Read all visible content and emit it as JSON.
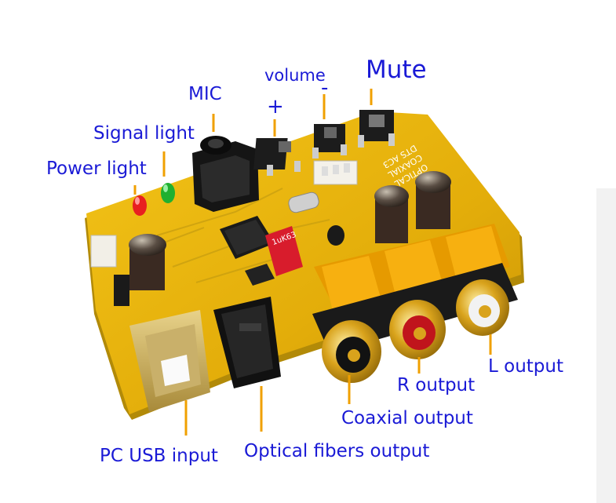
{
  "labels": {
    "mute": "Mute",
    "volume": "volume",
    "minus": "-",
    "plus": "+",
    "mic": "MIC",
    "signal_light": "Signal light",
    "power_light": "Power light",
    "l_output": "L output",
    "r_output": "R output",
    "coaxial_output": "Coaxial output",
    "optical_output": "Optical fibers output",
    "pc_usb_input": "PC USB input"
  },
  "board_silkscreen": {
    "text1": "OPTICAL",
    "text2": "COAXIAL",
    "text3": "DTS AC3",
    "chip_mark": "1uK63"
  },
  "colors": {
    "label": "#1a1ad6",
    "leader": "#f0a000",
    "pcb": "#e8b400",
    "rca_housing": "#f5a800",
    "gold": "#d4a017",
    "led_red": "#e82020",
    "led_green": "#20b030"
  }
}
